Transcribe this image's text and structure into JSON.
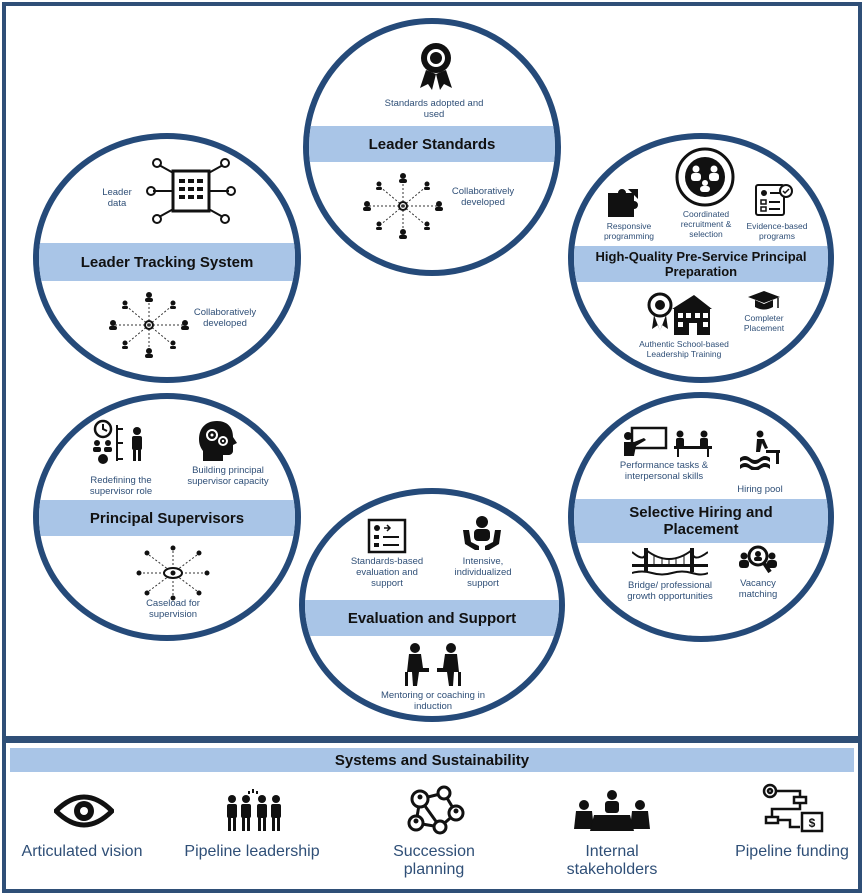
{
  "circles": {
    "leader_standards": {
      "title": "Leader Standards",
      "top_label": "Standards adopted and used",
      "bottom_label": "Collaboratively developed"
    },
    "leader_tracking": {
      "title": "Leader Tracking System",
      "top_label": "Leader data",
      "bottom_label": "Collaboratively developed"
    },
    "preservice": {
      "title": "High-Quality Pre-Service Principal Preparation",
      "label_responsive": "Responsive programming",
      "label_coordinated": "Coordinated recruitment & selection",
      "label_evidence": "Evidence-based programs",
      "label_authentic": "Authentic School-based Leadership Training",
      "label_completer": "Completer Placement"
    },
    "supervisors": {
      "title": "Principal Supervisors",
      "label_redefining": "Redefining the supervisor role",
      "label_building": "Building principal supervisor capacity",
      "label_caseload": "Caseload for supervision"
    },
    "evaluation": {
      "title": "Evaluation and Support",
      "label_standards": "Standards-based evaluation and support",
      "label_intensive": "Intensive, individualized support",
      "label_mentoring": "Mentoring or coaching in induction"
    },
    "hiring": {
      "title": "Selective Hiring and Placement",
      "label_performance": "Performance tasks & interpersonal skills",
      "label_pool": "Hiring pool",
      "label_bridge": "Bridge/ professional growth opportunities",
      "label_vacancy": "Vacancy matching"
    }
  },
  "systems": {
    "title": "Systems and Sustainability",
    "items": [
      {
        "label": "Articulated vision",
        "icon": "eye-icon"
      },
      {
        "label": "Pipeline leadership",
        "icon": "team-icon"
      },
      {
        "label": "Succession planning",
        "icon": "network-icon"
      },
      {
        "label": "Internal stakeholders",
        "icon": "meeting-icon"
      },
      {
        "label": "Pipeline funding",
        "icon": "funding-flow-icon"
      }
    ]
  },
  "colors": {
    "border": "#254a79",
    "band": "#a9c5e7",
    "label_text": "#2f4f77"
  }
}
